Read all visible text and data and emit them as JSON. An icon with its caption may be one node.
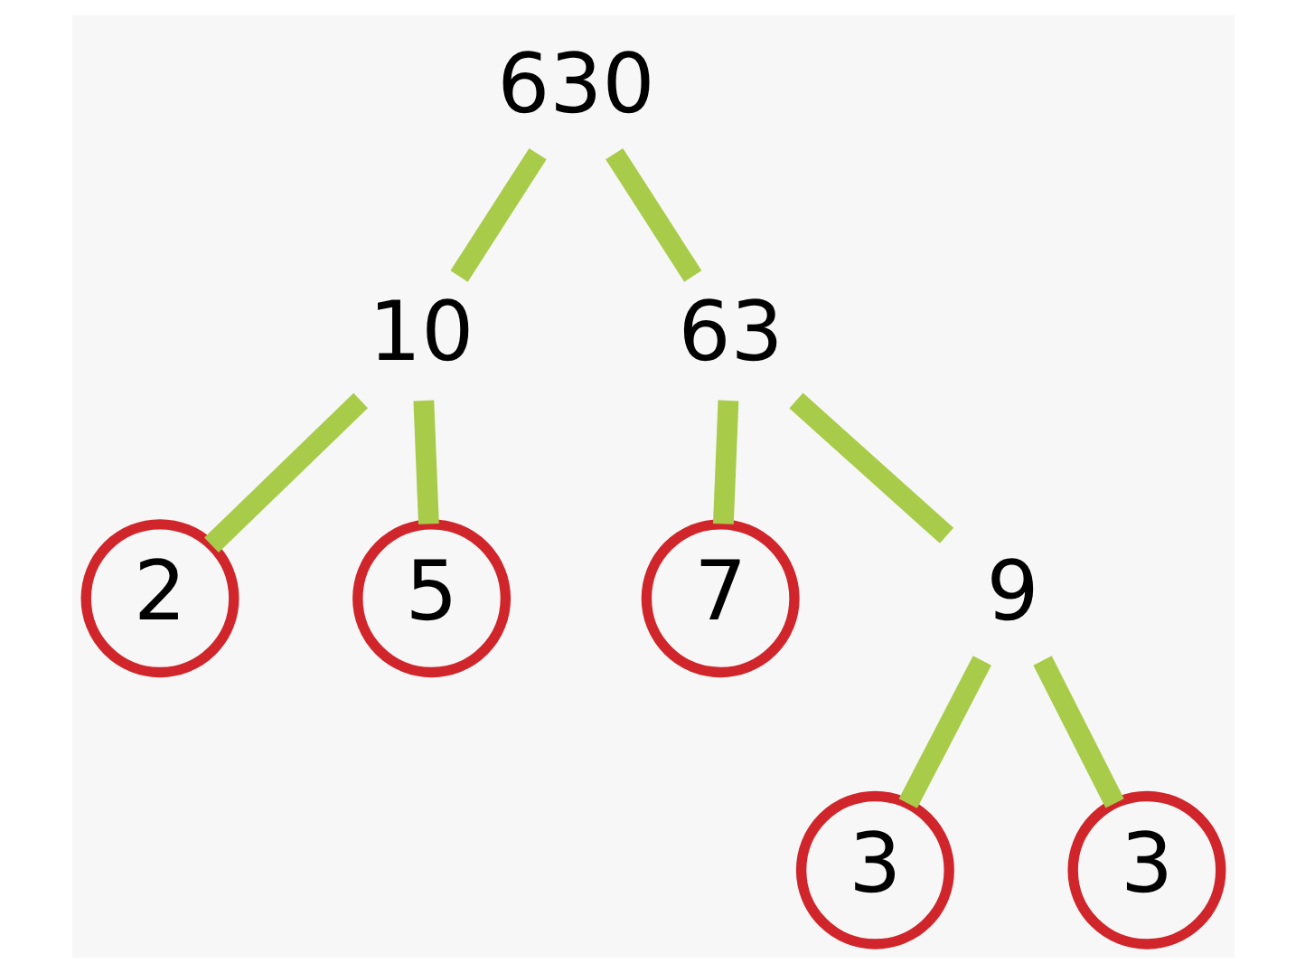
{
  "diagram": {
    "nodes": [
      {
        "text": [
          "630"
        ]
      },
      {
        "text": [
          "10"
        ]
      },
      {
        "text": [
          "63"
        ]
      },
      {
        "text": [
          "2"
        ]
      },
      {
        "text": [
          "5"
        ]
      },
      {
        "text": [
          "7"
        ]
      },
      {
        "text": [
          "9"
        ]
      },
      {
        "text": [
          "3"
        ]
      },
      {
        "text": [
          "3"
        ]
      }
    ],
    "edges": [
      {
        "from": 0,
        "to": 1,
        "arrow": "none"
      },
      {
        "from": 0,
        "to": 2,
        "arrow": "none"
      },
      {
        "from": 1,
        "to": 3,
        "arrow": "none"
      },
      {
        "from": 1,
        "to": 4,
        "arrow": "none"
      },
      {
        "from": 2,
        "to": 5,
        "arrow": "none"
      },
      {
        "from": 2,
        "to": 6,
        "arrow": "none"
      },
      {
        "from": 6,
        "to": 7,
        "arrow": "none"
      },
      {
        "from": 6,
        "to": 8,
        "arrow": "none"
      }
    ]
  }
}
